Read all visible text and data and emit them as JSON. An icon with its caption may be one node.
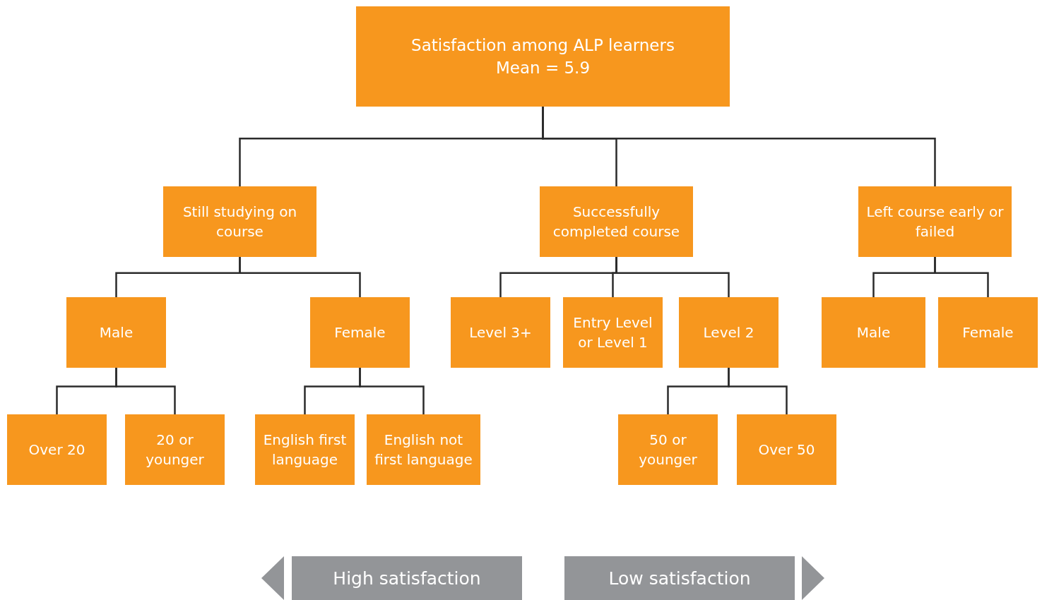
{
  "diagram": {
    "nodes": [
      {
        "text": [
          "Satisfaction among ALP learners",
          "Mean = 5.9"
        ]
      },
      {
        "text": [
          "Still studying on course"
        ]
      },
      {
        "text": [
          "Successfully completed course"
        ]
      },
      {
        "text": [
          "Left course early or failed"
        ]
      },
      {
        "text": [
          "Male"
        ]
      },
      {
        "text": [
          "Female"
        ]
      },
      {
        "text": [
          "Level 3+"
        ]
      },
      {
        "text": [
          "Entry Level or Level 1"
        ]
      },
      {
        "text": [
          "Level 2"
        ]
      },
      {
        "text": [
          "Male"
        ]
      },
      {
        "text": [
          "Female"
        ]
      },
      {
        "text": [
          "Over 20"
        ]
      },
      {
        "text": [
          "20 or younger"
        ]
      },
      {
        "text": [
          "English first language"
        ]
      },
      {
        "text": [
          "English not first language"
        ]
      },
      {
        "text": [
          "50 or younger"
        ]
      },
      {
        "text": [
          "Over 50"
        ]
      },
      {
        "text": [
          "High satisfaction"
        ]
      },
      {
        "text": [
          "Low satisfaction"
        ]
      }
    ],
    "edges": [
      {
        "from": 0,
        "to": 1,
        "arrow": "none"
      },
      {
        "from": 0,
        "to": 2,
        "arrow": "none"
      },
      {
        "from": 0,
        "to": 3,
        "arrow": "none"
      },
      {
        "from": 1,
        "to": 4,
        "arrow": "none"
      },
      {
        "from": 1,
        "to": 5,
        "arrow": "none"
      },
      {
        "from": 2,
        "to": 6,
        "arrow": "none"
      },
      {
        "from": 2,
        "to": 7,
        "arrow": "none"
      },
      {
        "from": 2,
        "to": 8,
        "arrow": "none"
      },
      {
        "from": 3,
        "to": 9,
        "arrow": "none"
      },
      {
        "from": 3,
        "to": 10,
        "arrow": "none"
      },
      {
        "from": 4,
        "to": 11,
        "arrow": "none"
      },
      {
        "from": 4,
        "to": 12,
        "arrow": "none"
      },
      {
        "from": 5,
        "to": 13,
        "arrow": "none"
      },
      {
        "from": 5,
        "to": 14,
        "arrow": "none"
      },
      {
        "from": 8,
        "to": 15,
        "arrow": "none"
      },
      {
        "from": 8,
        "to": 16,
        "arrow": "none"
      }
    ]
  }
}
